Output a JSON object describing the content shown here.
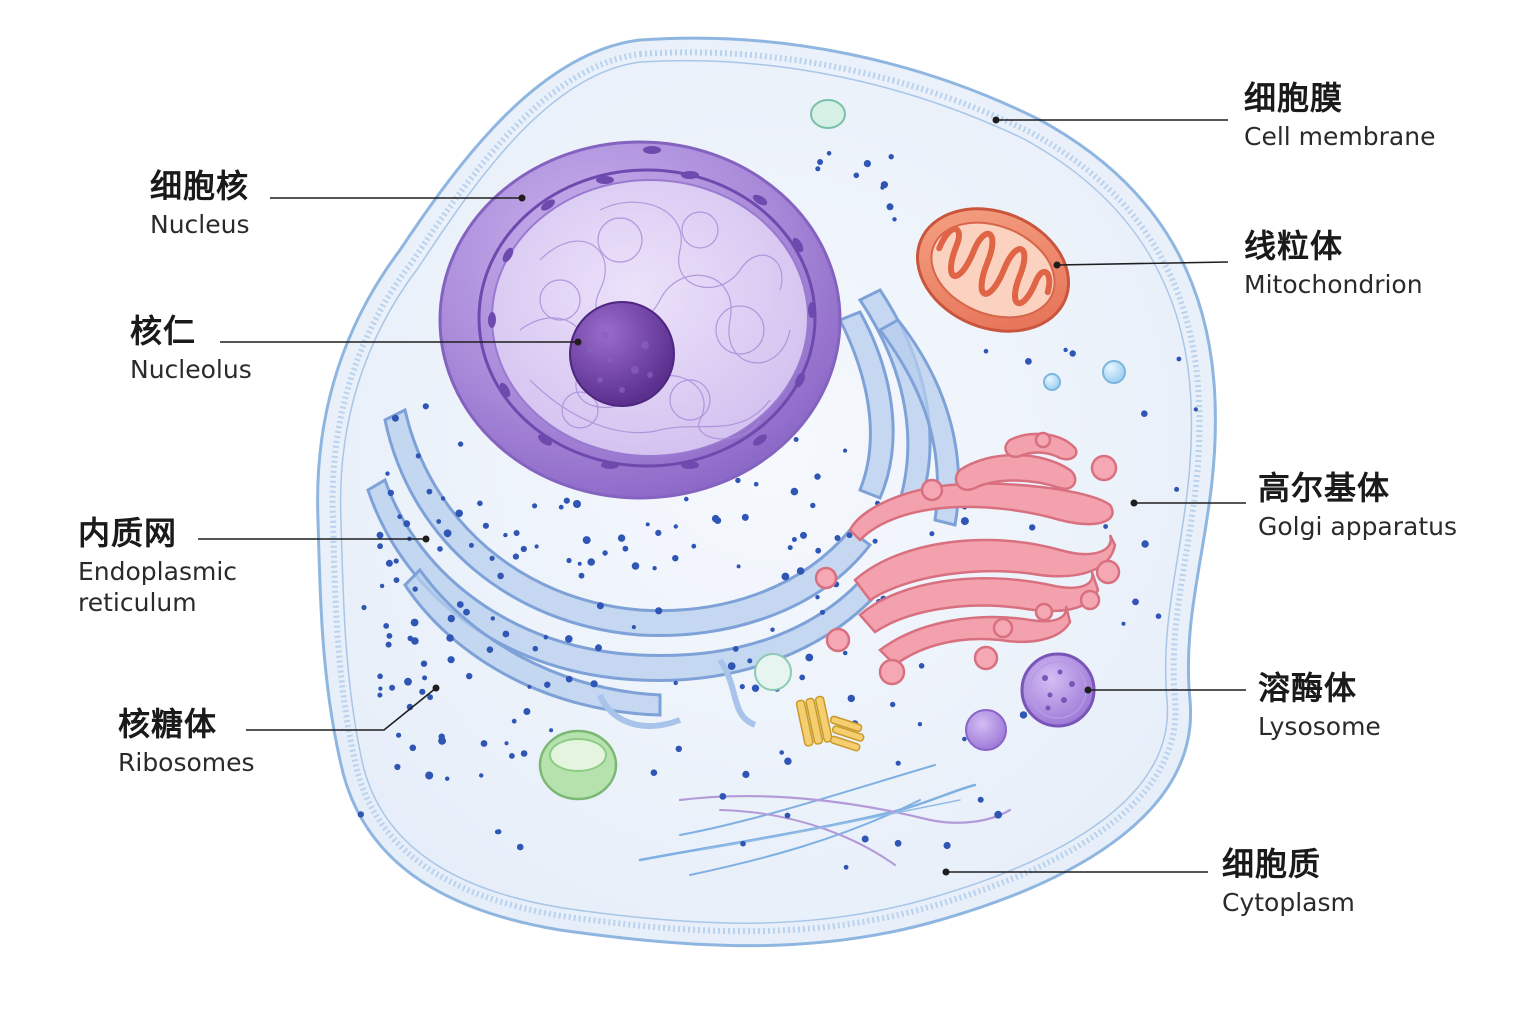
{
  "labels": {
    "membrane": {
      "zh": "细胞膜",
      "en": "Cell membrane"
    },
    "nucleus": {
      "zh": "细胞核",
      "en": "Nucleus"
    },
    "mitochondrion": {
      "zh": "线粒体",
      "en": "Mitochondrion"
    },
    "nucleolus": {
      "zh": "核仁",
      "en": "Nucleolus"
    },
    "golgi": {
      "zh": "高尔基体",
      "en": "Golgi apparatus"
    },
    "er": {
      "zh": "内质网",
      "en": "Endoplasmic",
      "en2": "reticulum"
    },
    "lysosome": {
      "zh": "溶酶体",
      "en": "Lysosome"
    },
    "ribosomes": {
      "zh": "核糖体",
      "en": "Ribosomes"
    },
    "cytoplasm": {
      "zh": "细胞质",
      "en": "Cytoplasm"
    }
  },
  "colors": {
    "cytoplasm": "#eef4fb",
    "membrane": "#8fb6e0",
    "nucleus": "#a98ad9",
    "nucleolus": "#6b3fa0",
    "er": "#a9c4ea",
    "ribosome": "#2f55b5",
    "mitochondrion": "#f08a6a",
    "golgi": "#ef8a96",
    "lysosome": "#9b76d6",
    "centriole": "#f0c35a",
    "vacuole": "#a7dba1",
    "filament_blue": "#7fb0e2",
    "filament_purple": "#b39ad8"
  }
}
